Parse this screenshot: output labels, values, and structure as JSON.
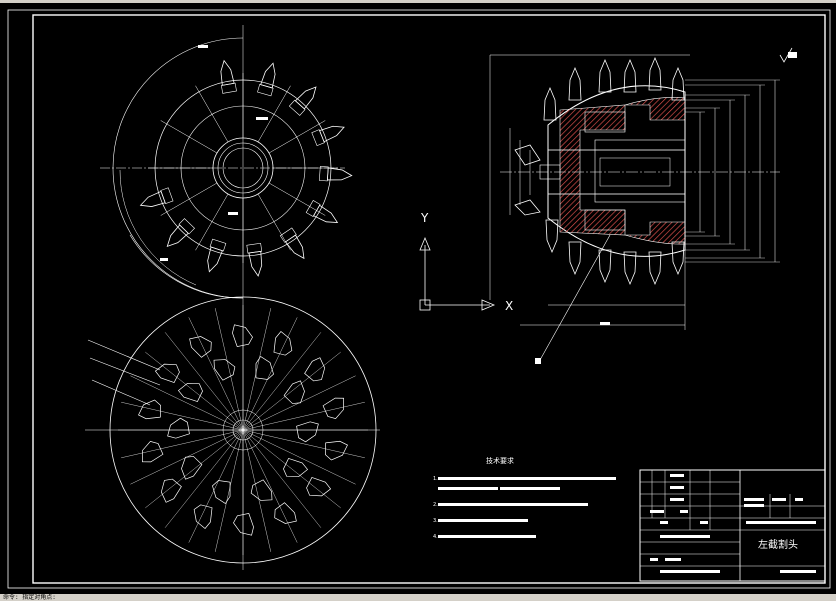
{
  "drawing": {
    "tech_requirements": {
      "heading": "技术要求",
      "items": [
        "1.",
        "2.",
        "3.",
        "4."
      ]
    },
    "title_block": {
      "title": "左截割头"
    },
    "ucs": {
      "x_label": "X",
      "y_label": "Y"
    }
  },
  "status_bar": {
    "text": "命令: 指定对角点:"
  },
  "colors": {
    "background": "#000000",
    "lines": "#ffffff",
    "section_hatch": "#e4524e",
    "status_bar": "#d4d0c8"
  }
}
